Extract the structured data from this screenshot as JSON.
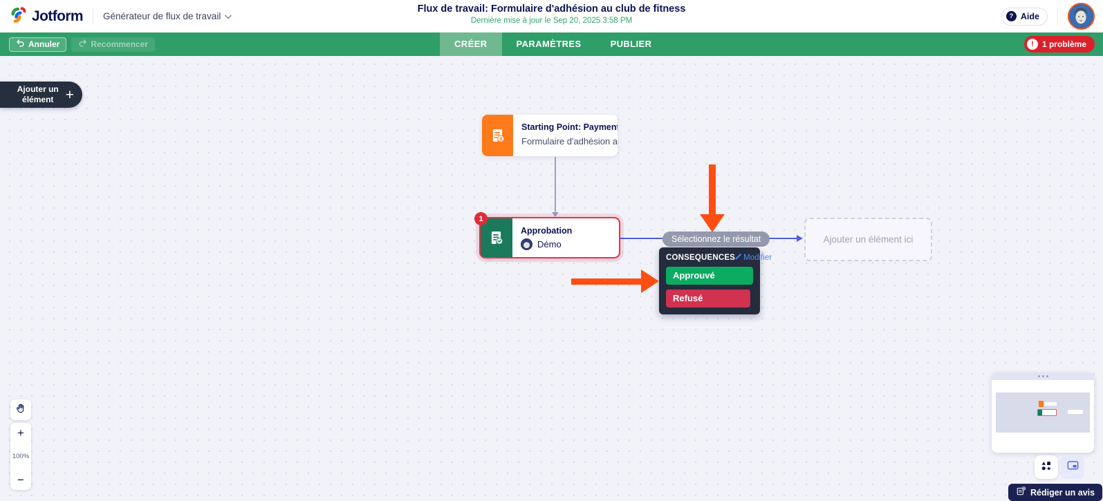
{
  "header": {
    "logo": "Jotform",
    "product": "Générateur de flux de travail",
    "title": "Flux de travail: Formulaire d'adhésion au club de fitness",
    "last_updated": "Dernière mise à jour le Sep 20, 2025 3:58 PM",
    "help": "Aide"
  },
  "toolbar": {
    "undo": "Annuler",
    "redo": "Recommencer",
    "tabs": [
      {
        "label": "CRÉER"
      },
      {
        "label": "PARAMÈTRES"
      },
      {
        "label": "PUBLIER"
      }
    ],
    "problems": "1 problème"
  },
  "canvas": {
    "add_element": {
      "line1": "Ajouter un",
      "line2": "élément"
    },
    "start_node": {
      "title": "Starting Point: Payment Form",
      "subtitle": "Formulaire d'adhésion au ..."
    },
    "approval_node": {
      "badge": "1",
      "title": "Approbation",
      "assignee": "Démo"
    },
    "outcome_pill": "Sélectionnez le résultat",
    "consequences": {
      "title": "CONSEQUENCES",
      "edit": "Modifier",
      "options": [
        {
          "label": "Approuvé",
          "color": "#0cab62"
        },
        {
          "label": "Refusé",
          "color": "#d03250"
        }
      ]
    },
    "placeholder": "Ajouter un élément ici",
    "zoom": {
      "in": "+",
      "out": "−",
      "level": "100%"
    }
  },
  "review_button": "Rédiger un avis",
  "colors": {
    "toolbar_green": "#2f9e68",
    "navy": "#0a1551",
    "error_red": "#dc202b",
    "connector_blue": "#4e5fd6",
    "node_orange": "#ff7a1a",
    "node_green": "#1a7a5b",
    "annotation_orange": "#fe4e12"
  }
}
